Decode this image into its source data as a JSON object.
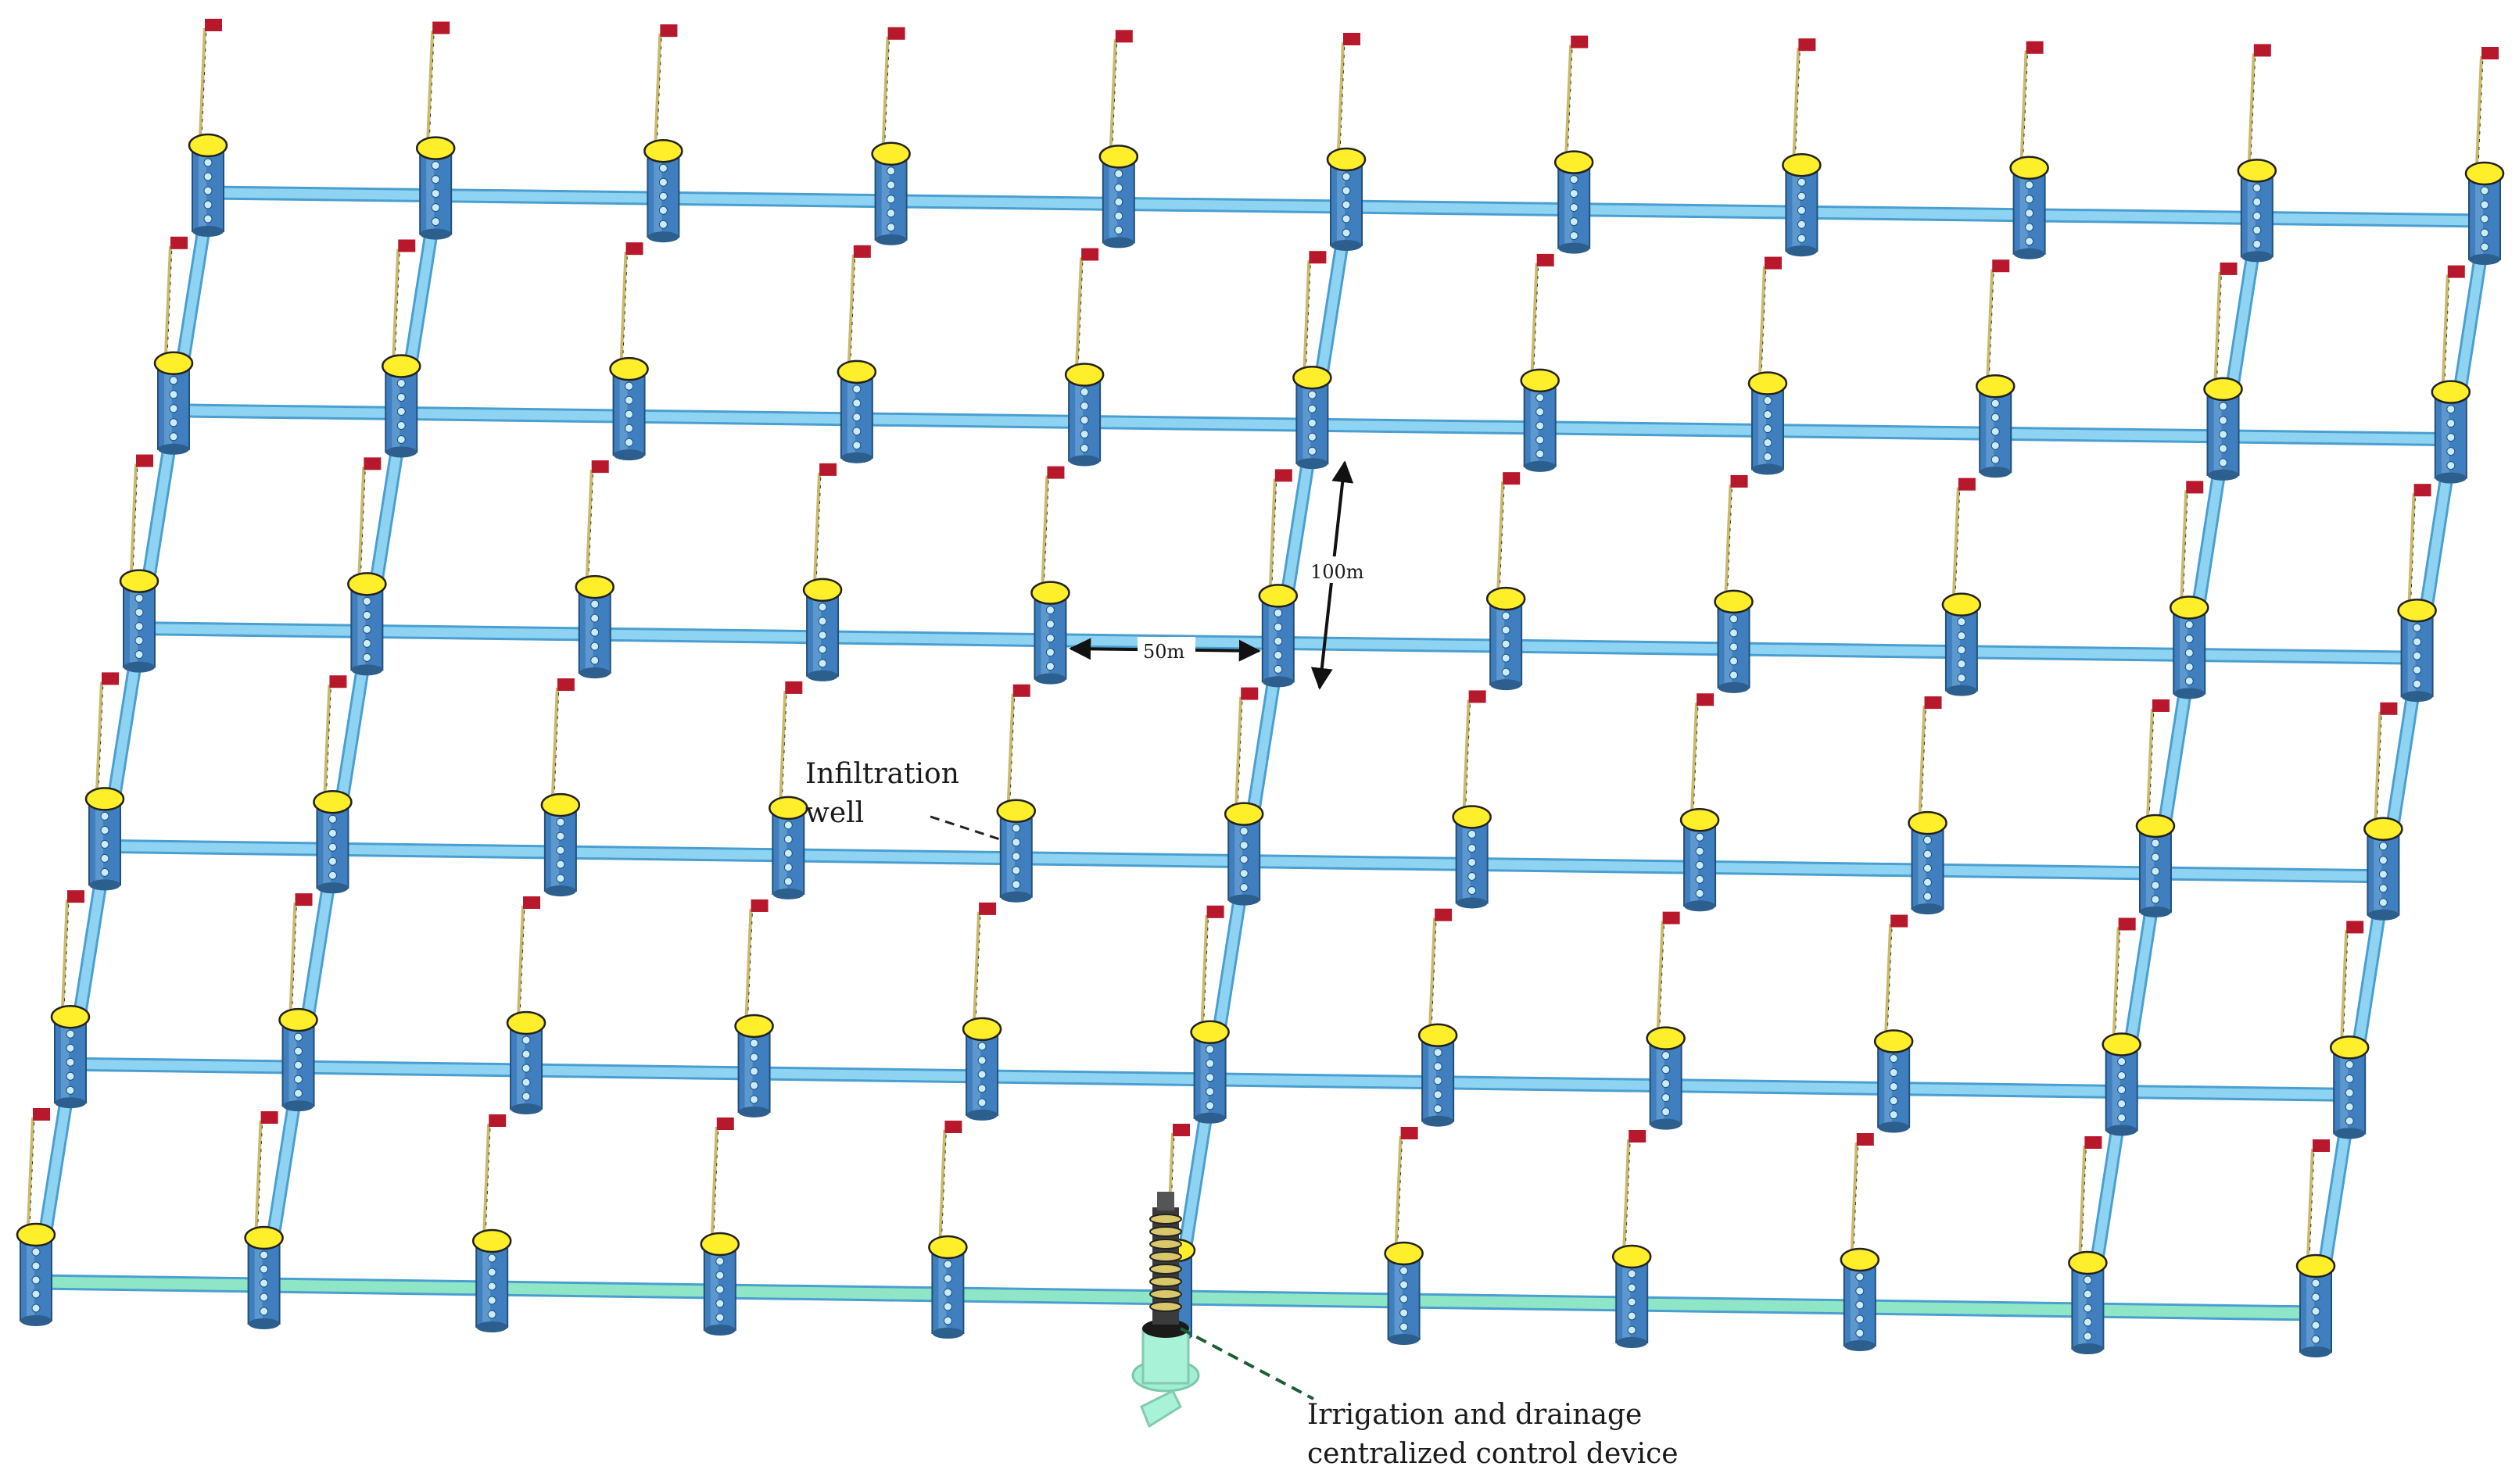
{
  "labels": {
    "infiltration_well_line1": "Infiltration",
    "infiltration_well_line2": "well",
    "control_device_line1": "Irrigation and drainage",
    "control_device_line2": "centralized control device",
    "spacing_horizontal": "50m",
    "spacing_vertical": "100m"
  },
  "grid": {
    "rows": 6,
    "columns": 11,
    "well_color": "#3f7fbf",
    "well_cap_color": "#ffef2a",
    "pipe_color": "#8fd3f2",
    "main_pipe_color": "#8fe6c6",
    "flag_color": "#b8182b"
  }
}
